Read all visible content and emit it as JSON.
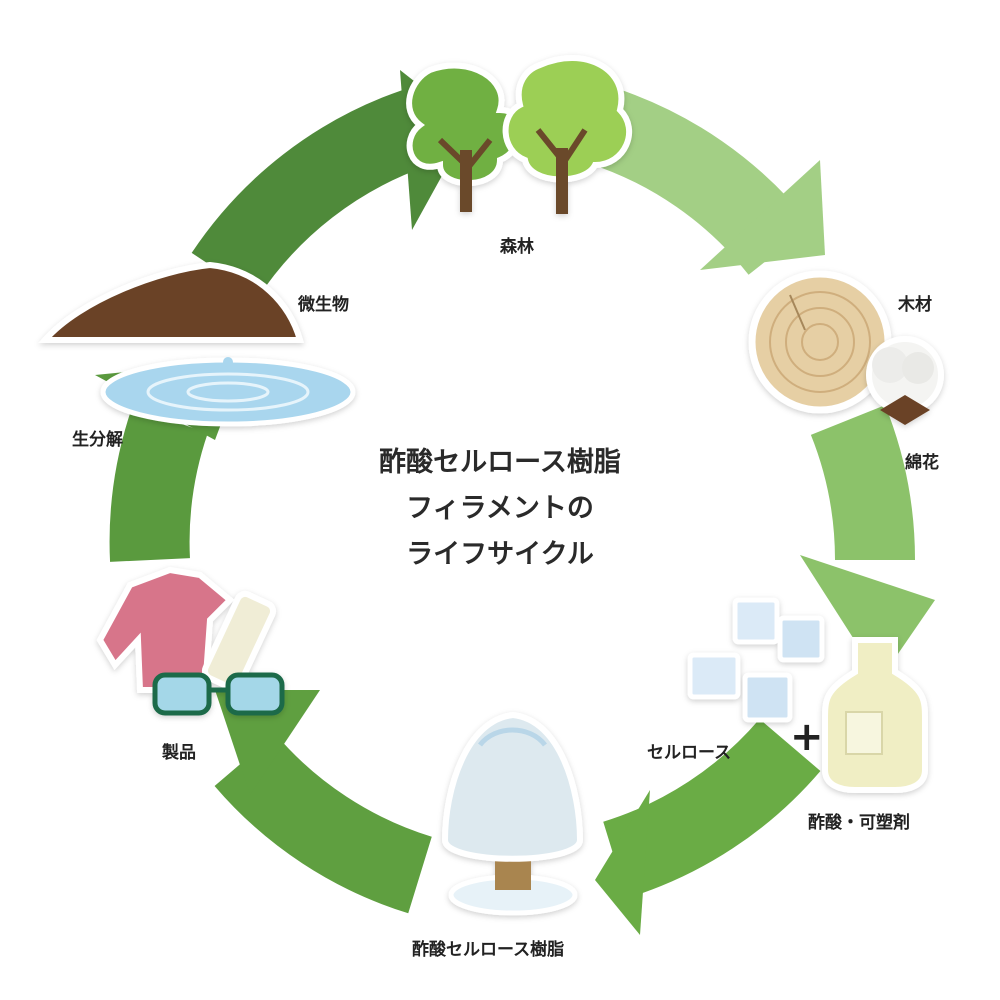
{
  "title": {
    "line1": "酢酸セルロース樹脂",
    "line2": "フィラメントの",
    "line3": "ライフサイクル"
  },
  "stages": {
    "forest": "森林",
    "wood": "木材",
    "cotton": "綿花",
    "cellulose": "セルロース",
    "plus": "+",
    "acetic_acid": "酢酸・可塑剤",
    "resin": "酢酸セルロース樹脂",
    "products": "製品",
    "biodegradation": "生分解",
    "microorganisms": "微生物"
  },
  "colors": {
    "arrow_dark": "#4f8a3a",
    "arrow_mid": "#6aac45",
    "arrow_light": "#a3cf85",
    "tree_green": "#6fb042",
    "tree_light": "#9ccf55",
    "soil": "#6b4325",
    "water": "#a9d6ee",
    "shirt": "#d7748a",
    "glasses": "#1f6b4a"
  }
}
